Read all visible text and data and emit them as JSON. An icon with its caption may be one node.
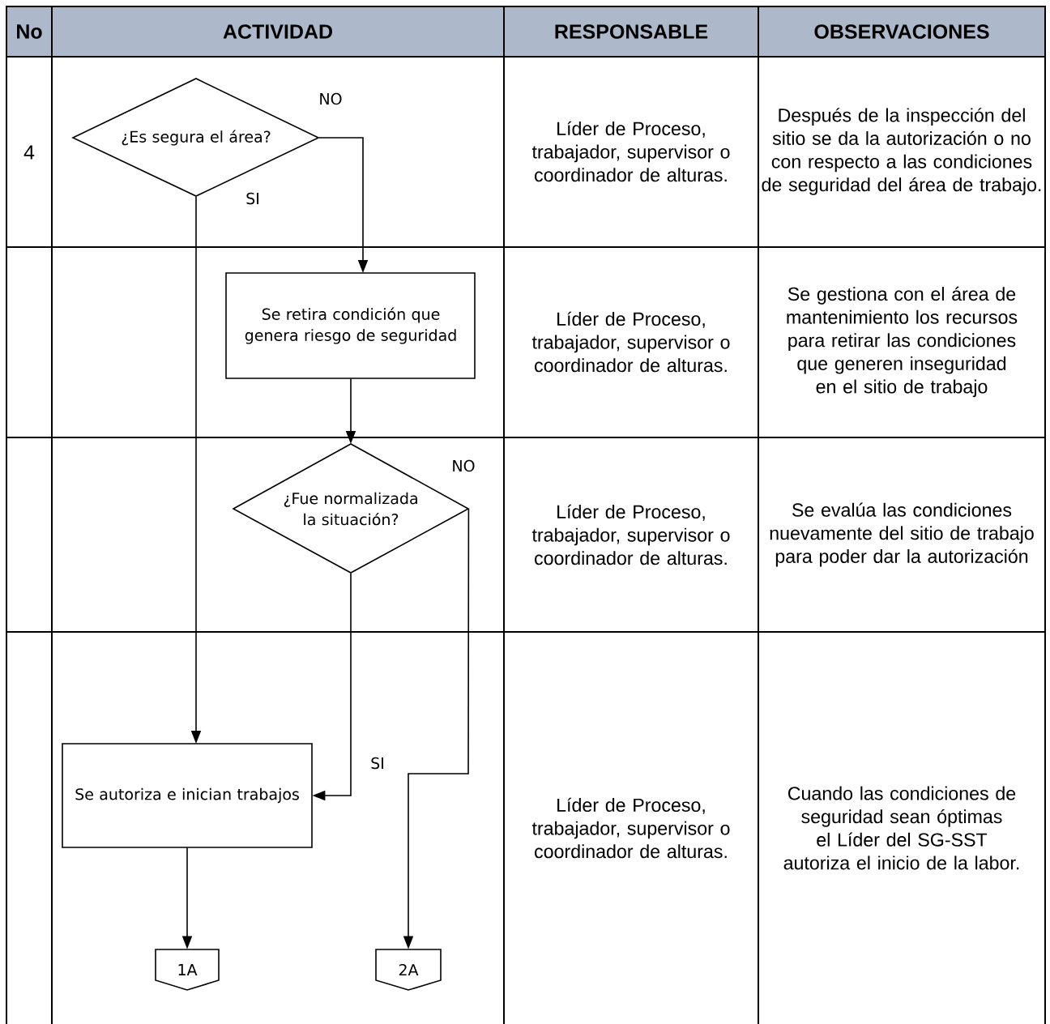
{
  "diagram": {
    "nodes": [
      {
        "text": [
          "¿Es segura el área?"
        ]
      },
      {
        "text": [
          "Se retira condición que genera riesgo de seguridad"
        ]
      },
      {
        "text": [
          "¿Fue normalizada la situación?"
        ]
      },
      {
        "text": [
          "Se autoriza e inician trabajos"
        ]
      },
      {
        "text": [
          "1A"
        ]
      },
      {
        "text": [
          "2A"
        ]
      }
    ],
    "edges": [
      {
        "from": 0,
        "to": 1,
        "arrow": "to",
        "label": "NO"
      },
      {
        "from": 0,
        "to": 3,
        "arrow": "to",
        "label": "SI"
      },
      {
        "from": 1,
        "to": 2,
        "arrow": "to"
      },
      {
        "from": 2,
        "to": 3,
        "arrow": "to",
        "label": "SI"
      },
      {
        "from": 2,
        "to": 5,
        "arrow": "to",
        "label": "NO"
      },
      {
        "from": 3,
        "to": 4,
        "arrow": "to"
      }
    ],
    "labels": [
      "No",
      "ACTIVIDAD",
      "RESPONSABLE",
      "OBSERVACIONES",
      "4",
      "Líder de Proceso, trabajador, supervisor o coordinador de alturas.",
      "Después de la inspección del sitio se da la autorización o no con respecto a las condiciones de seguridad del área de trabajo.",
      "Líder de Proceso, trabajador, supervisor o coordinador de alturas.",
      "Se gestiona con el área de mantenimiento los recursos para retirar las condiciones que generen inseguridad en el sitio de trabajo",
      "Líder de Proceso, trabajador, supervisor o coordinador de alturas.",
      "Se evalúa las condiciones nuevamente del sitio de trabajo para poder dar la autorización",
      "Líder de Proceso, trabajador, supervisor o coordinador de alturas.",
      "Cuando las condiciones de seguridad sean óptimas el Líder del SG-SST autoriza el inicio de la labor."
    ]
  }
}
